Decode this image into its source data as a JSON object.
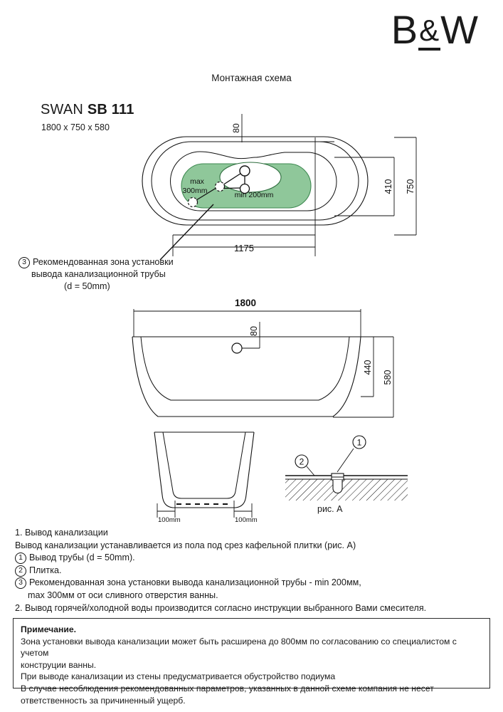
{
  "brand": {
    "logo_left": "B",
    "logo_amp": "&",
    "logo_right": "W"
  },
  "header": {
    "sheet_title": "Монтажная схема",
    "model_name": "SWAN SB 111",
    "model_dimensions": "1800 x 750 x 580"
  },
  "top_view": {
    "dim_80": "80",
    "dim_410": "410",
    "dim_750": "750",
    "dim_1175": "1175",
    "label_max": "max",
    "label_max_value": "300mm",
    "label_min": "min 200mm"
  },
  "side_view": {
    "dim_1800": "1800",
    "dim_80": "80",
    "dim_440": "440",
    "dim_580": "580"
  },
  "end_view": {
    "dim_left": "100mm",
    "dim_right": "100mm"
  },
  "figure_a": {
    "caption": "рис. А",
    "callout_1": "1",
    "callout_2": "2"
  },
  "zone_callout": {
    "number": "3",
    "line1": "Рекомендованная зона установки",
    "line2": "вывода канализационной трубы",
    "line3": "(d = 50mm)"
  },
  "notes": {
    "item1_title": "1. Вывод канализации",
    "item1_text": "Вывод канализации устанавливается из пола под срез кафельной плитки (рис. А)",
    "bullet1_num": "1",
    "bullet1_text": "Вывод трубы (d = 50mm).",
    "bullet2_num": "2",
    "bullet2_text": "Плитка.",
    "bullet3_num": "3",
    "bullet3_text": "Рекомендованная зона установки вывода канализационной трубы - min 200мм,",
    "bullet3_text_cont": "max 300мм от оси сливного отверстия ванны.",
    "item2_text": "2. Вывод горячей/холодной воды производится согласно инструкции выбранного Вами смесителя."
  },
  "remark": {
    "title": "Примечание.",
    "line1": "Зона установки вывода канализации может быть расширена до 800мм по согласованию со специалистом с учетом",
    "line2": "конструции ванны.",
    "line3": "При выводе канализации из стены предусматривается обустройство подиума",
    "line4": "В случае несоблюдения рекомендованных параметров, указанных в данной схеме компания не несет",
    "line5": "ответственность за причиненный ущерб."
  },
  "colors": {
    "zone_fill": "#8fc79a",
    "zone_stroke": "#3f8a52",
    "line": "#111111",
    "hatch": "#111111"
  }
}
